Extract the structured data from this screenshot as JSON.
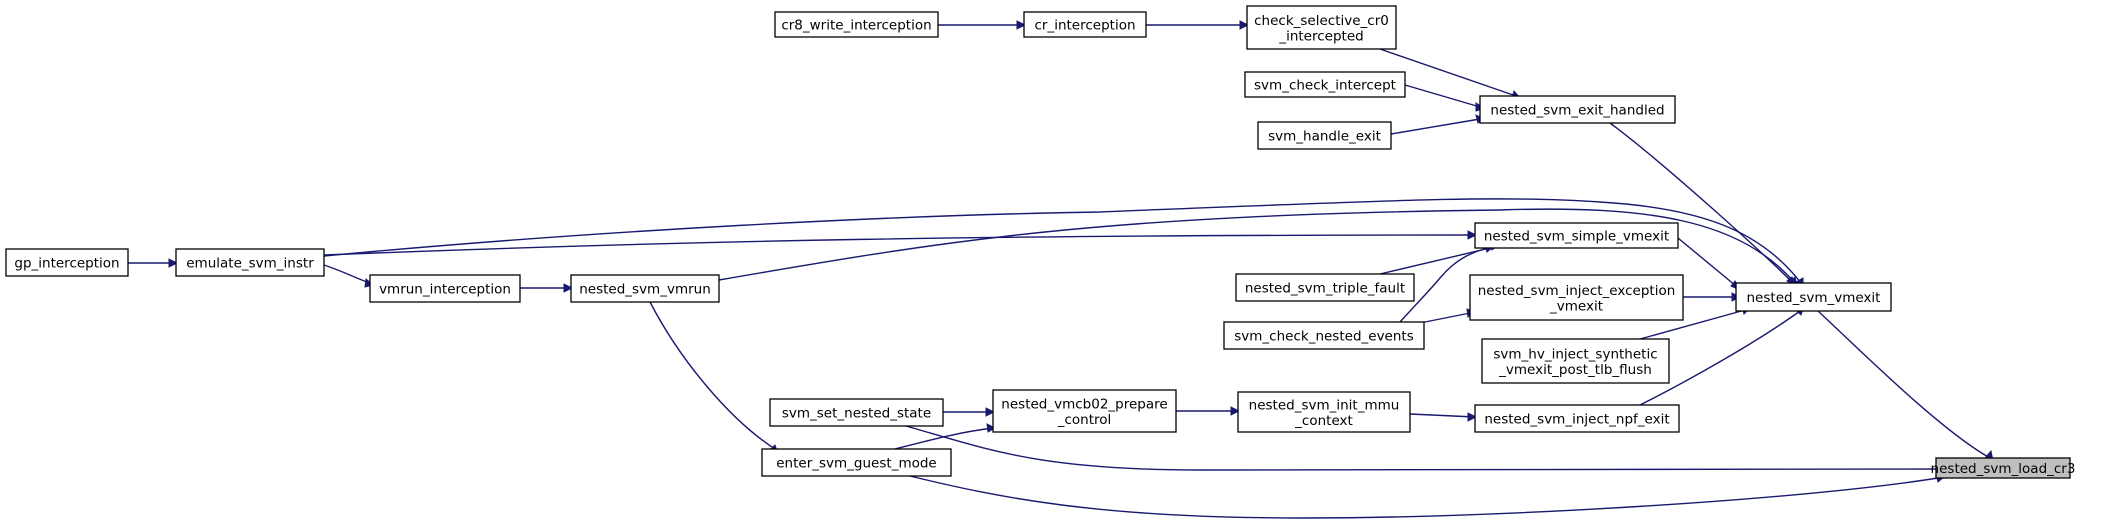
{
  "graph": {
    "nodes": {
      "nested_svm_load_cr3": [
        "nested_svm_load_cr3"
      ],
      "nested_svm_vmexit": [
        "nested_svm_vmexit"
      ],
      "svm_set_nested_state": [
        "svm_set_nested_state"
      ],
      "enter_svm_guest_mode": [
        "enter_svm_guest_mode"
      ],
      "nested_svm_exit_handled": [
        "nested_svm_exit_handled"
      ],
      "nested_svm_simple_vmexit": [
        "nested_svm_simple_vmexit"
      ],
      "nested_svm_inject_exception_vmexit": [
        "nested_svm_inject_exception",
        "_vmexit"
      ],
      "svm_hv_inject_synthetic_vmexit_post_tlb_flush": [
        "svm_hv_inject_synthetic",
        "_vmexit_post_tlb_flush"
      ],
      "nested_svm_inject_npf_exit": [
        "nested_svm_inject_npf_exit"
      ],
      "nested_svm_vmrun": [
        "nested_svm_vmrun"
      ],
      "check_selective_cr0_intercepted": [
        "check_selective_cr0",
        "_intercepted"
      ],
      "svm_check_intercept": [
        "svm_check_intercept"
      ],
      "svm_handle_exit": [
        "svm_handle_exit"
      ],
      "cr_interception": [
        "cr_interception"
      ],
      "cr8_write_interception": [
        "cr8_write_interception"
      ],
      "emulate_svm_instr": [
        "emulate_svm_instr"
      ],
      "gp_interception": [
        "gp_interception"
      ],
      "vmrun_interception": [
        "vmrun_interception"
      ],
      "nested_svm_triple_fault": [
        "nested_svm_triple_fault"
      ],
      "svm_check_nested_events": [
        "svm_check_nested_events"
      ],
      "nested_svm_init_mmu_context": [
        "nested_svm_init_mmu",
        "_context"
      ],
      "nested_vmcb02_prepare_control": [
        "nested_vmcb02_prepare",
        "_control"
      ]
    },
    "root": "nested_svm_load_cr3",
    "edges": [
      [
        "nested_svm_vmexit",
        "nested_svm_load_cr3"
      ],
      [
        "svm_set_nested_state",
        "nested_svm_load_cr3"
      ],
      [
        "enter_svm_guest_mode",
        "nested_svm_load_cr3"
      ],
      [
        "nested_svm_exit_handled",
        "nested_svm_vmexit"
      ],
      [
        "nested_svm_simple_vmexit",
        "nested_svm_vmexit"
      ],
      [
        "nested_svm_inject_exception_vmexit",
        "nested_svm_vmexit"
      ],
      [
        "svm_hv_inject_synthetic_vmexit_post_tlb_flush",
        "nested_svm_vmexit"
      ],
      [
        "nested_svm_inject_npf_exit",
        "nested_svm_vmexit"
      ],
      [
        "nested_svm_vmrun",
        "nested_svm_vmexit"
      ],
      [
        "emulate_svm_instr",
        "nested_svm_vmexit"
      ],
      [
        "check_selective_cr0_intercepted",
        "nested_svm_exit_handled"
      ],
      [
        "svm_check_intercept",
        "nested_svm_exit_handled"
      ],
      [
        "svm_handle_exit",
        "nested_svm_exit_handled"
      ],
      [
        "cr_interception",
        "check_selective_cr0_intercepted"
      ],
      [
        "cr8_write_interception",
        "cr_interception"
      ],
      [
        "gp_interception",
        "emulate_svm_instr"
      ],
      [
        "emulate_svm_instr",
        "vmrun_interception"
      ],
      [
        "vmrun_interception",
        "nested_svm_vmrun"
      ],
      [
        "emulate_svm_instr",
        "nested_svm_simple_vmexit"
      ],
      [
        "nested_svm_triple_fault",
        "nested_svm_simple_vmexit"
      ],
      [
        "svm_check_nested_events",
        "nested_svm_simple_vmexit"
      ],
      [
        "svm_check_nested_events",
        "nested_svm_inject_exception_vmexit"
      ],
      [
        "nested_svm_init_mmu_context",
        "nested_svm_inject_npf_exit"
      ],
      [
        "nested_vmcb02_prepare_control",
        "nested_svm_init_mmu_context"
      ],
      [
        "svm_set_nested_state",
        "nested_vmcb02_prepare_control"
      ],
      [
        "enter_svm_guest_mode",
        "nested_vmcb02_prepare_control"
      ],
      [
        "nested_svm_vmrun",
        "enter_svm_guest_mode"
      ]
    ]
  }
}
